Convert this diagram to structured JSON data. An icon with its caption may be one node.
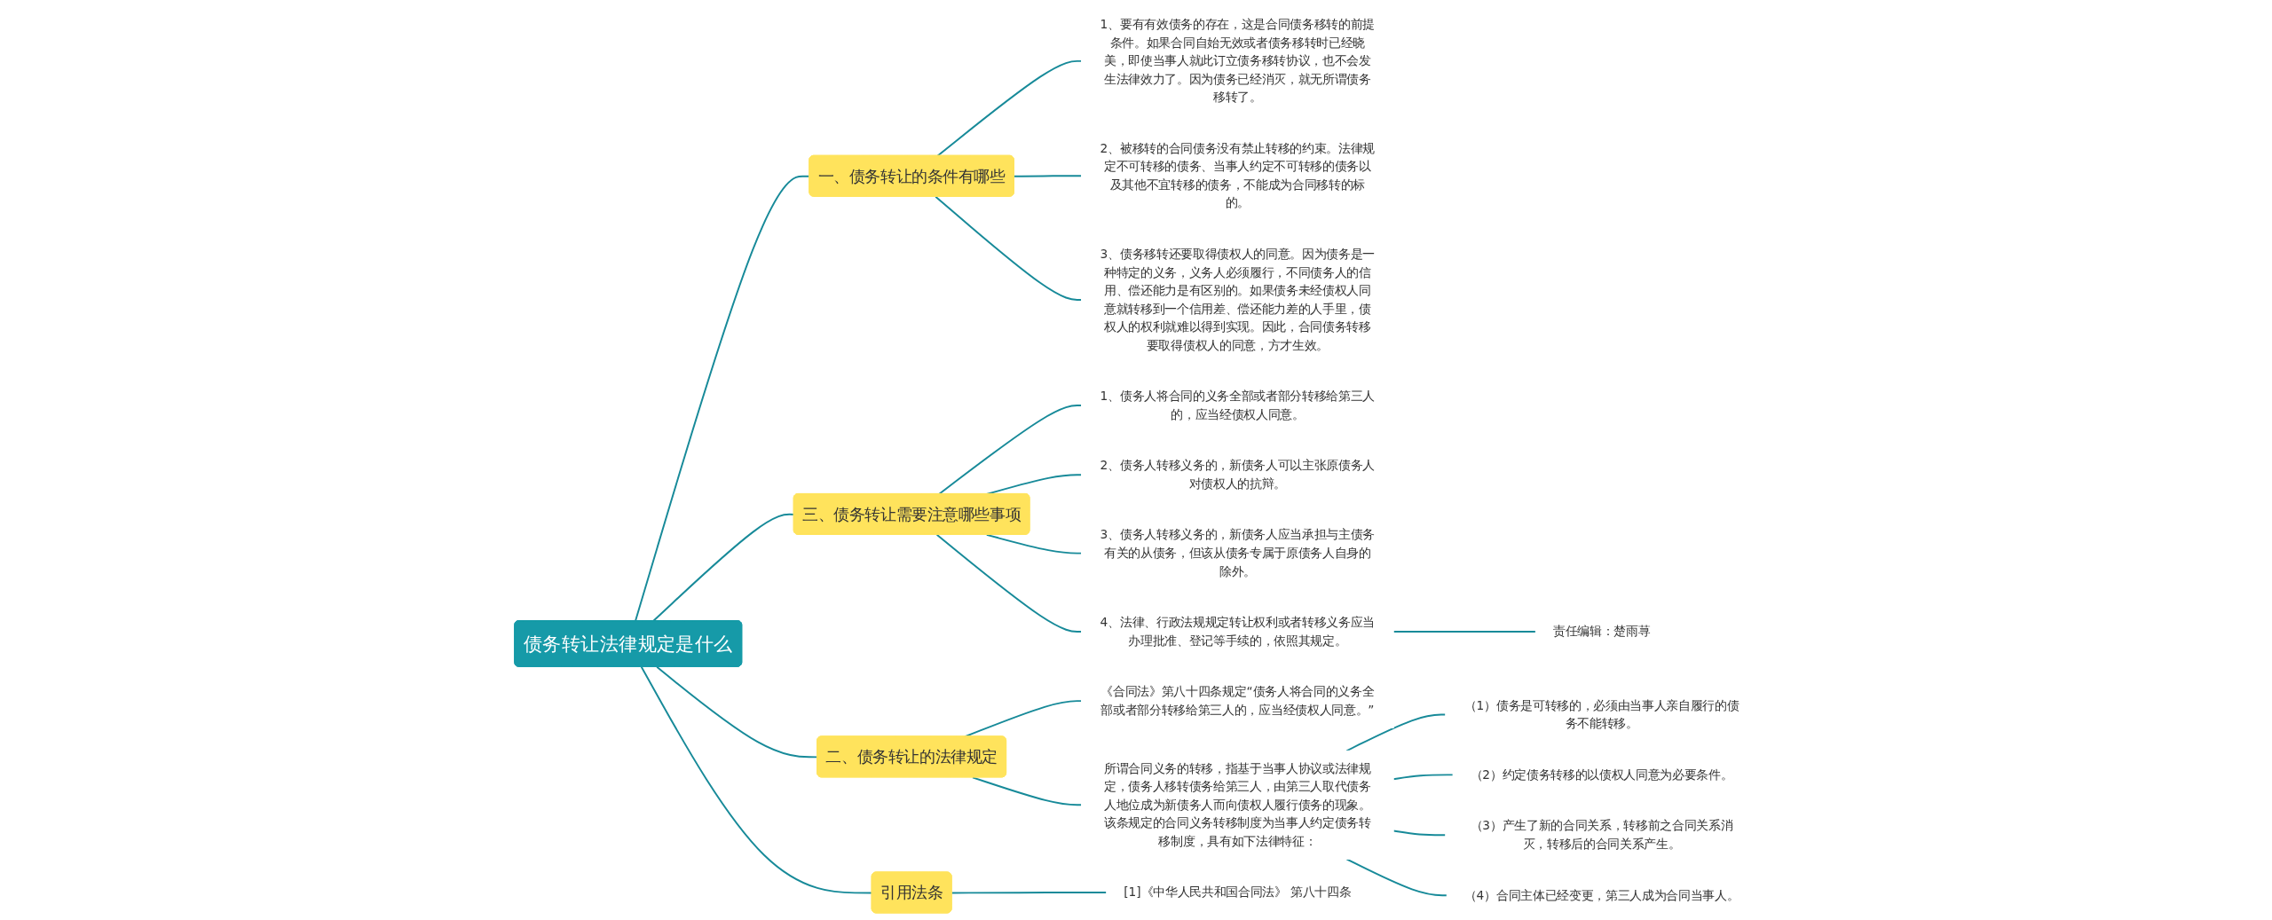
{
  "diagram": {
    "nodes": [
      {
        "text": [
          "债务转让法律规定是什么"
        ]
      },
      {
        "text": [
          "一、债务转让的条件有哪些"
        ]
      },
      {
        "text": [
          "1、要有有效债务的存在，这是合同债务移转的前提条件。如果合同自始无效或者债务移转时已经晓美，即使当事人就此订立债务移转协议，也不会发生法律效力了。因为债务已经消灭，就无所谓债务移转了。"
        ]
      },
      {
        "text": [
          "2、被移转的合同债务没有禁止转移的约束。法律规定不可转移的债务、当事人约定不可转移的债务以及其他不宜转移的债务，不能成为合同移转的标的。"
        ]
      },
      {
        "text": [
          "3、债务移转还要取得债权人的同意。因为债务是一种特定的义务，义务人必须履行，不同债务人的信用、偿还能力是有区别的。如果债务未经债权人同意就转移到一个信用差、偿还能力差的人手里，债权人的权利就难以得到实现。因此，合同债务转移要取得债权人的同意，方才生效。"
        ]
      },
      {
        "text": [
          "三、债务转让需要注意哪些事项"
        ]
      },
      {
        "text": [
          "1、债务人将合同的义务全部或者部分转移给第三人的，应当经债权人同意。"
        ]
      },
      {
        "text": [
          "2、债务人转移义务的，新债务人可以主张原债务人对债权人的抗辩。"
        ]
      },
      {
        "text": [
          "3、债务人转移义务的，新债务人应当承担与主债务有关的从债务，但该从债务专属于原债务人自身的除外。"
        ]
      },
      {
        "text": [
          "4、法律、行政法规规定转让权利或者转移义务应当办理批准、登记等手续的，依照其规定。"
        ]
      },
      {
        "text": [
          "责任编辑：楚雨荨"
        ]
      },
      {
        "text": [
          "二、债务转让的法律规定"
        ]
      },
      {
        "text": [
          "《合同法》第八十四条规定“债务人将合同的义务全部或者部分转移给第三人的，应当经债权人同意。”"
        ]
      },
      {
        "text": [
          "所谓合同义务的转移，指基于当事人协议或法律规定，债务人移转债务给第三人，由第三人取代债务人地位成为新债务人而向债权人履行债务的现象。该条规定的合同义务转移制度为当事人约定债务转移制度，具有如下法律特征："
        ]
      },
      {
        "text": [
          "（1）债务是可转移的，必须由当事人亲自履行的债务不能转移。"
        ]
      },
      {
        "text": [
          "（2）约定债务转移的以债权人同意为必要条件。"
        ]
      },
      {
        "text": [
          "（3）产生了新的合同关系，转移前之合同关系消灭，转移后的合同关系产生。"
        ]
      },
      {
        "text": [
          "（4）合同主体已经变更，第三人成为合同当事人。"
        ]
      },
      {
        "text": [
          "引用法条"
        ]
      },
      {
        "text": [
          "[1]《中华人民共和国合同法》 第八十四条"
        ]
      }
    ],
    "edges": [
      {
        "from": 0,
        "to": 1,
        "arrow": "none"
      },
      {
        "from": 1,
        "to": 2,
        "arrow": "none"
      },
      {
        "from": 1,
        "to": 3,
        "arrow": "none"
      },
      {
        "from": 1,
        "to": 4,
        "arrow": "none"
      },
      {
        "from": 0,
        "to": 5,
        "arrow": "none"
      },
      {
        "from": 5,
        "to": 6,
        "arrow": "none"
      },
      {
        "from": 5,
        "to": 7,
        "arrow": "none"
      },
      {
        "from": 5,
        "to": 8,
        "arrow": "none"
      },
      {
        "from": 5,
        "to": 9,
        "arrow": "none"
      },
      {
        "from": 9,
        "to": 10,
        "arrow": "none"
      },
      {
        "from": 0,
        "to": 11,
        "arrow": "none"
      },
      {
        "from": 11,
        "to": 12,
        "arrow": "none"
      },
      {
        "from": 11,
        "to": 13,
        "arrow": "none"
      },
      {
        "from": 13,
        "to": 14,
        "arrow": "none"
      },
      {
        "from": 13,
        "to": 15,
        "arrow": "none"
      },
      {
        "from": 13,
        "to": 16,
        "arrow": "none"
      },
      {
        "from": 13,
        "to": 17,
        "arrow": "none"
      },
      {
        "from": 0,
        "to": 18,
        "arrow": "none"
      },
      {
        "from": 18,
        "to": 19,
        "arrow": "none"
      }
    ]
  }
}
